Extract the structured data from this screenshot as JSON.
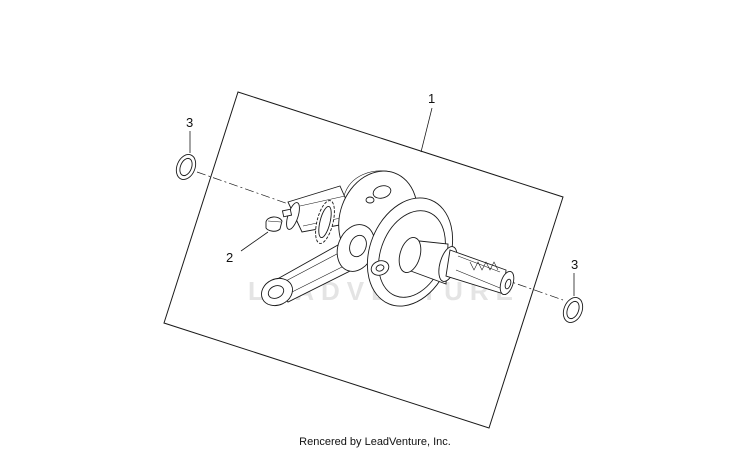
{
  "diagram": {
    "callouts": [
      {
        "id": "crankshaft",
        "label": "1"
      },
      {
        "id": "key",
        "label": "2"
      },
      {
        "id": "seal-left",
        "label": "3"
      },
      {
        "id": "seal-right",
        "label": "3"
      }
    ],
    "watermark": "LEADVENTURE",
    "credit": "Rencered by LeadVenture, Inc."
  }
}
